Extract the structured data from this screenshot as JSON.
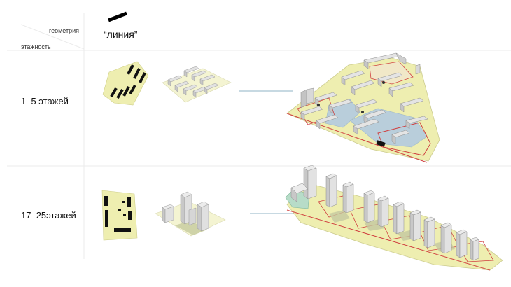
{
  "header": {
    "geometry_label": "геометрия",
    "floors_label": "этажность",
    "line_label": "“линия”"
  },
  "rows": [
    {
      "label": "1–5 этажей"
    },
    {
      "label": "17–25этажей"
    }
  ],
  "colors": {
    "plot_yellow": "#eeeeb0",
    "plot_blue": "#b9cedb",
    "plot_green": "#b7dcc8",
    "building": "#e3e3e3",
    "red_outline": "#d04040",
    "connector": "#6a9ab0"
  }
}
